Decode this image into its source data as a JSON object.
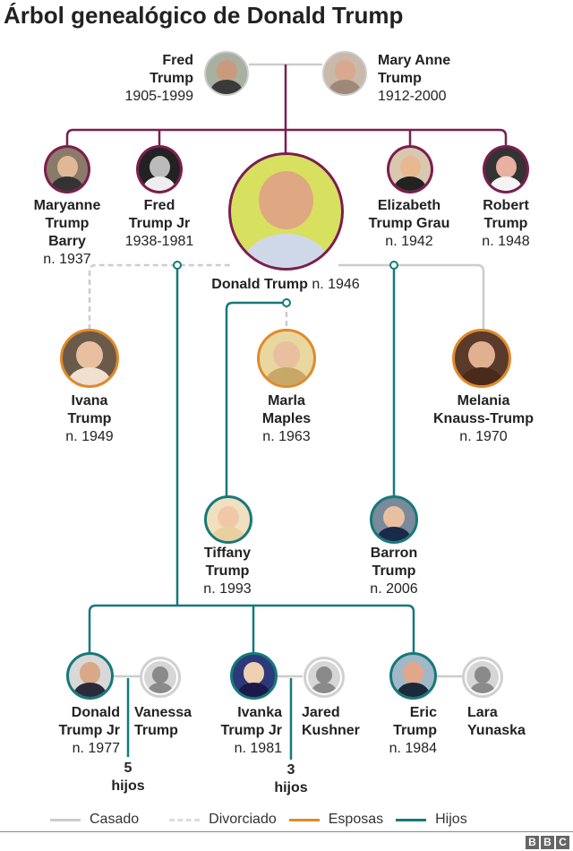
{
  "title": "Árbol genealógico de Donald Trump",
  "colors": {
    "maroon": "#7b1e4f",
    "teal": "#16797a",
    "orange": "#e08a2b",
    "grey": "#cccccc"
  },
  "people": {
    "fred": {
      "name1": "Fred",
      "name2": "Trump",
      "dates": "1905-1999"
    },
    "maryanne_mother": {
      "name1": "Mary Anne",
      "name2": "Trump",
      "dates": "1912-2000"
    },
    "maryanne": {
      "name1": "Maryanne",
      "name2": "Trump",
      "name3": "Barry",
      "dates": "n. 1937"
    },
    "fredjr": {
      "name1": "Fred",
      "name2": "Trump Jr",
      "dates": "1938-1981"
    },
    "elizabeth": {
      "name1": "Elizabeth",
      "name2": "Trump Grau",
      "dates": "n. 1942"
    },
    "robert": {
      "name1": "Robert",
      "name2": "Trump",
      "dates": "n. 1948"
    },
    "donald": {
      "name": "Donald Trump",
      "dates": "n. 1946"
    },
    "ivana": {
      "name1": "Ivana",
      "name2": "Trump",
      "dates": "n. 1949"
    },
    "marla": {
      "name1": "Marla",
      "name2": "Maples",
      "dates": "n. 1963"
    },
    "melania": {
      "name1": "Melania",
      "name2": "Knauss-Trump",
      "dates": "n. 1970"
    },
    "tiffany": {
      "name1": "Tiffany",
      "name2": "Trump",
      "dates": "n. 1993"
    },
    "barron": {
      "name1": "Barron",
      "name2": "Trump",
      "dates": "n. 2006"
    },
    "donaldjr": {
      "name1": "Donald",
      "name2": "Trump Jr",
      "dates": "n. 1977"
    },
    "vanessa": {
      "name1": "Vanessa",
      "name2": "Trump"
    },
    "ivanka": {
      "name1": "Ivanka",
      "name2": "Trump Jr",
      "dates": "n. 1981"
    },
    "jared": {
      "name1": "Jared",
      "name2": "Kushner"
    },
    "eric": {
      "name1": "Eric",
      "name2": "Trump",
      "dates": "n. 1984"
    },
    "lara": {
      "name1": "Lara",
      "name2": "Yunaska"
    }
  },
  "children_notes": {
    "donaldjr": {
      "count": "5",
      "label": "hijos"
    },
    "ivanka": {
      "count": "3",
      "label": "hijos"
    }
  },
  "legend": {
    "married": "Casado",
    "divorced": "Divorciado",
    "wives": "Esposas",
    "children": "Hijos"
  },
  "logo": [
    "B",
    "B",
    "C"
  ]
}
